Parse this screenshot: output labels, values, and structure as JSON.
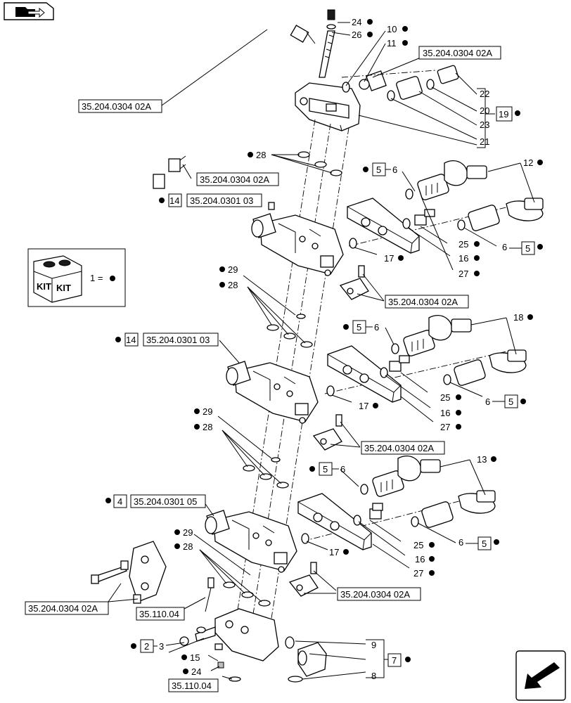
{
  "references": {
    "r1": "35.204.0304 02A",
    "r2": "35.204.0304 02A",
    "r3": "35.204.0304 02A",
    "r4": "35.204.0301 03",
    "r5": "35.204.0304 02A",
    "r6": "35.204.0301 03",
    "r7": "35.204.0304 02A",
    "r8": "35.204.0301 05",
    "r9": "35.204.0304 02A",
    "r10": "35.204.0304 02A",
    "r11": "35.110.04",
    "r12": "35.110.04"
  },
  "kits": {
    "k5a": "5",
    "k14a": "14",
    "k5b": "5",
    "k5c": "5",
    "k14b": "14",
    "k5d": "5",
    "k5e": "5",
    "k4": "4",
    "k5f": "5",
    "k19": "19",
    "k2": "2",
    "k7": "7"
  },
  "callouts": {
    "c24a": "24",
    "c26": "26",
    "c10": "10",
    "c11": "11",
    "c22": "22",
    "c20": "20",
    "c23": "23",
    "c21": "21",
    "c28a": "28",
    "c6a": "6",
    "c12": "12",
    "c25a": "25",
    "c16a": "16",
    "c6b": "6",
    "c17a": "17",
    "c27a": "27",
    "c29a": "29",
    "c28b": "28",
    "c6c": "6",
    "c18": "18",
    "c25b": "25",
    "c16b": "16",
    "c6d": "6",
    "c17b": "17",
    "c27b": "27",
    "c29b": "29",
    "c28c": "28",
    "c6e": "6",
    "c13": "13",
    "c25c": "25",
    "c16c": "16",
    "c6f": "6",
    "c17c": "17",
    "c27c": "27",
    "c29c": "29",
    "c28d": "28",
    "c3": "3",
    "c9": "9",
    "c15": "15",
    "c24b": "24",
    "c8": "8"
  },
  "legend": {
    "kit_a": "KIT",
    "kit_b": "KIT",
    "equals": "1 ="
  },
  "icons": {
    "top_left": "folder-arrow-icon",
    "bottom_right": "next-page-arrow-icon",
    "kit": "kit-box-icon"
  }
}
